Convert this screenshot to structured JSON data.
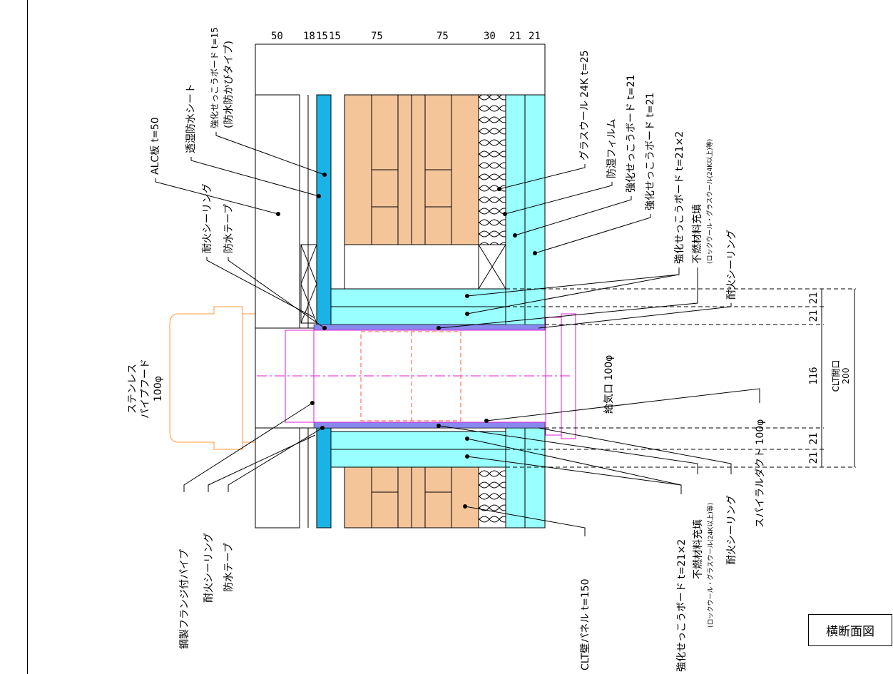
{
  "colors": {
    "clt": "#f5c59a",
    "board": "#99ffff",
    "sheet": "#1ab3e6",
    "hood": "#ff9933",
    "duct": "#e61bd3",
    "seal": "#7777dd"
  },
  "dimensions": {
    "top": [
      "50",
      "18",
      "15",
      "15",
      "75",
      "75",
      "30",
      "21",
      "21"
    ],
    "right": [
      "21",
      "21",
      "116",
      "21",
      "21"
    ],
    "opening_label": "CLT開口",
    "opening_value": "200"
  },
  "labels": {
    "alc": "ALC板 t=50",
    "vapor_sheet": "透湿防水シート",
    "board15_line1": "強化せっこうボード t=15",
    "board15_line2": "(防水防かびタイプ)",
    "glass_wool": "グラスウール 24K t=25",
    "moisture_film": "防湿フィルム",
    "board21_a": "強化せっこうボード t=21",
    "board21_b": "強化せっこうボード t=21",
    "board21x2_top": "強化せっこうボード t=21×2",
    "fill_top": "不燃材料充填",
    "fill_top_note": "(ロックウール・グラスウール(24K以上)等)",
    "fire_seal_top_right": "耐火シーリング",
    "fire_seal_top_left": "耐火シーリング",
    "tape_top": "防水テープ",
    "hood_line1": "ステンレス",
    "hood_line2": "パイプフード",
    "hood_line3": "100φ",
    "supply": "給気口 100φ",
    "spiral_duct": "スパイラルダクト 100φ",
    "steel_pipe": "鋼製フランジ付パイプ",
    "fire_seal_bottom_left": "耐火シーリング",
    "tape_bottom": "防水テープ",
    "clt_panel": "CLT壁パネル t=150",
    "board21x2_bottom": "強化せっこうボード t=21×2",
    "fill_bottom": "不燃材料充填",
    "fill_bottom_note": "(ロックウール・グラスウール(24K以上)等)",
    "fire_seal_bottom_right": "耐火シーリング"
  },
  "title": "横断面図"
}
